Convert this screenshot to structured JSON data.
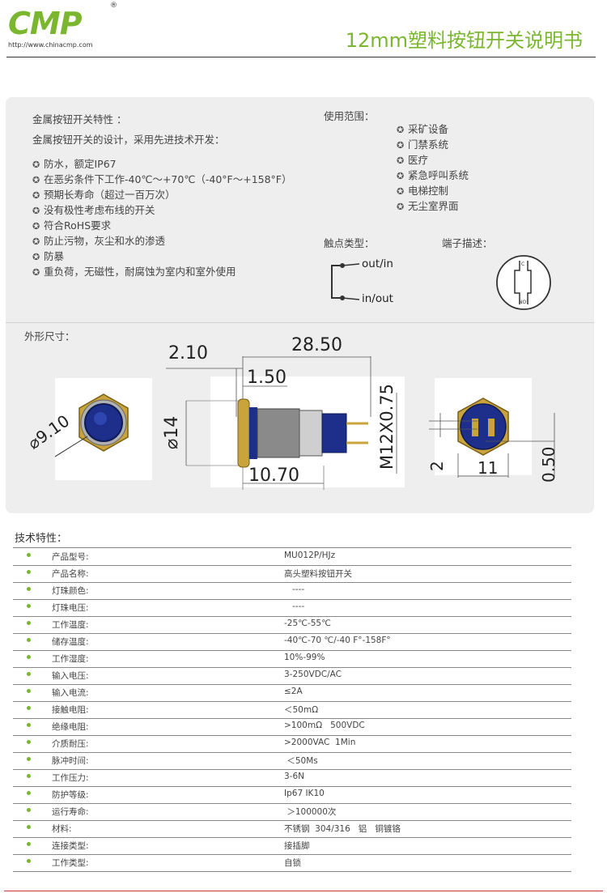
{
  "header": {
    "brand": "CMP",
    "reg_mark": "®",
    "url": "http://www.chinacmp.com",
    "title": "12mm塑料按钮开关说明书"
  },
  "features": {
    "heading": "金属按钮开关特性 ：",
    "intro": "金属按钮开关的设计，采用先进技术开发：",
    "items": [
      "防水，额定IP67",
      "在恶劣条件下工作-40℃～+70℃（-40°F～+158°F）",
      "预期长寿命（超过一百万次）",
      "没有极性考虑布线的开关",
      "符合RoHS要求",
      "防止污物，灰尘和水的渗透",
      "防暴",
      "重负荷，无磁性，耐腐蚀为室内和室外使用"
    ]
  },
  "usage": {
    "heading": "使用范围：",
    "items": [
      "采矿设备",
      "门禁系统",
      "医疗",
      "紧急呼叫系统",
      "电梯控制",
      "无尘室界面"
    ]
  },
  "contact": {
    "heading": "触点类型：",
    "out_label": "out/in",
    "in_label": "in/out"
  },
  "terminal": {
    "heading": "端子描述：",
    "c_label": "C",
    "no_label": "NO"
  },
  "dimensions": {
    "heading": "外形尺寸：",
    "front_dia": "⌀9.10",
    "d_210": "2.10",
    "d_2850": "28.50",
    "d_150": "1.50",
    "d_14": "⌀14",
    "d_m12": "M12X0.75",
    "d_1070": "10.70",
    "d_2": "2",
    "d_11": "11",
    "d_050": "0.50"
  },
  "specs": {
    "heading": "技术特性：",
    "rows": [
      {
        "label": "产品型号:",
        "value": "MU012P/HJz"
      },
      {
        "label": "产品名称:",
        "value": "高头塑料按钮开关"
      },
      {
        "label": "灯珠颜色:",
        "value": "   ----"
      },
      {
        "label": "灯珠电压:",
        "value": "   ----"
      },
      {
        "label": "工作温度:",
        "value": "-25℃-55℃"
      },
      {
        "label": "储存温度:",
        "value": "-40℃-70 ℃/-40 F°-158F°"
      },
      {
        "label": "工作湿度:",
        "value": "10%-99%"
      },
      {
        "label": "输入电压:",
        "value": "3-250VDC/AC"
      },
      {
        "label": "输入电流:",
        "value": "≤2A"
      },
      {
        "label": "接触电阻:",
        "value": "＜50mΩ"
      },
      {
        "label": "绝缘电阻:",
        "value": ">100mΩ   500VDC"
      },
      {
        "label": "介质耐压:",
        "value": ">2000VAC  1Min"
      },
      {
        "label": "脉冲时间:",
        "value": " ＜50Ms"
      },
      {
        "label": "工作压力:",
        "value": "3-6N"
      },
      {
        "label": "防护等级:",
        "value": "Ip67 IK10"
      },
      {
        "label": "运行寿命:",
        "value": " ＞100000次"
      },
      {
        "label": "材料:",
        "value": "不锈钢  304/316   铝   铜镀铬"
      },
      {
        "label": "连接类型:",
        "value": "接插脚"
      },
      {
        "label": "工作类型:",
        "value": "自锁"
      }
    ]
  }
}
